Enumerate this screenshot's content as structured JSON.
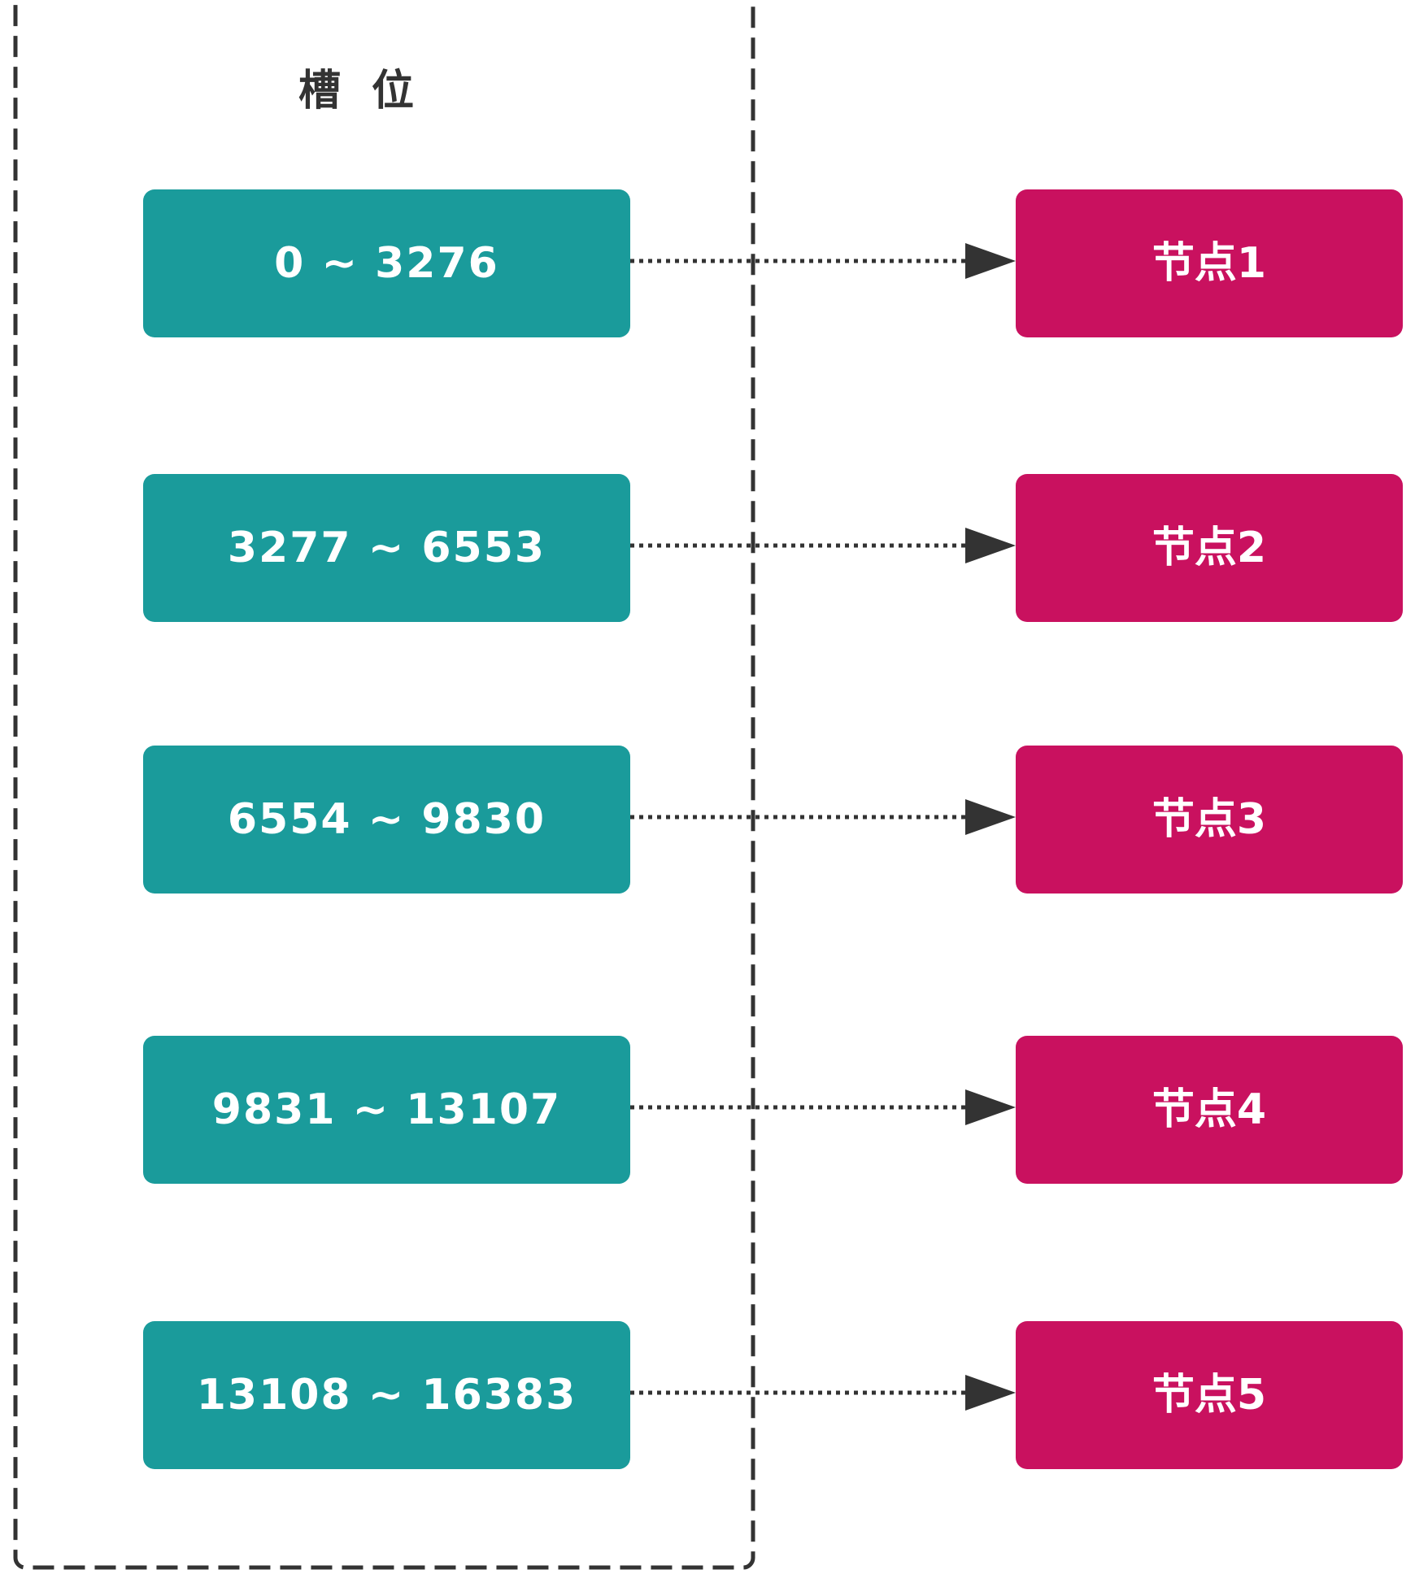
{
  "diagram": {
    "group_label": "槽 位",
    "colors": {
      "slot": "#1a9b9b",
      "node": "#c9115f",
      "border": "#333333",
      "arrow": "#333333"
    },
    "mappings": [
      {
        "slot_range": "0 ~ 3276",
        "node": "节点1"
      },
      {
        "slot_range": "3277 ~ 6553",
        "node": "节点2"
      },
      {
        "slot_range": "6554 ~ 9830",
        "node": "节点3"
      },
      {
        "slot_range": "9831 ~ 13107",
        "node": "节点4"
      },
      {
        "slot_range": "13108 ~ 16383",
        "node": "节点5"
      }
    ]
  }
}
